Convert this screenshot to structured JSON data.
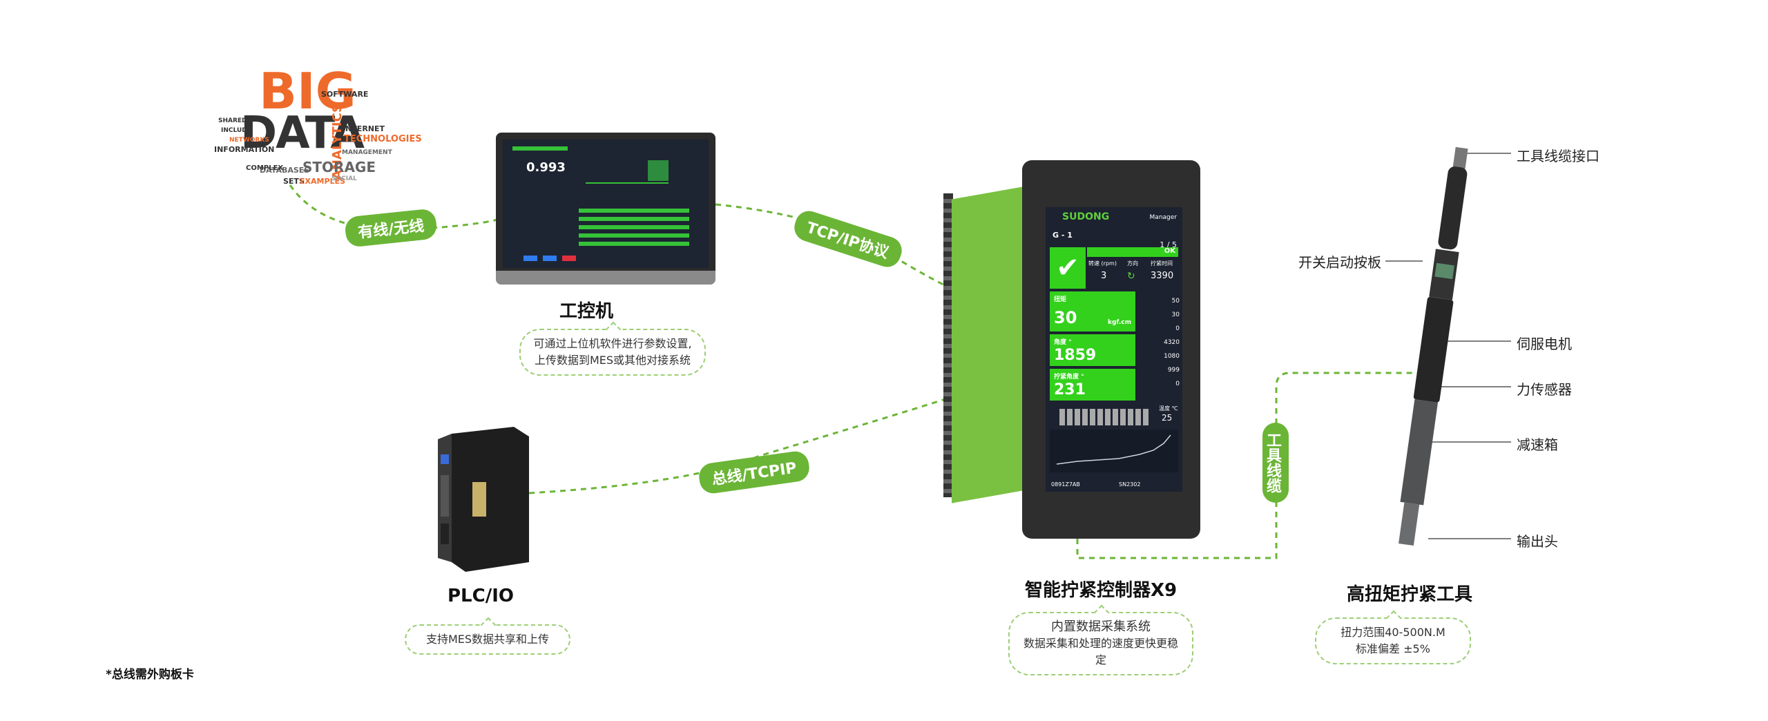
{
  "cloud": {
    "big": "BIG",
    "data": "DATA",
    "words": [
      "SOFTWARE",
      "ANALYTICS",
      "TECHNOLOGIES",
      "STORAGE",
      "INFORMATION",
      "DATABASES",
      "COMPLEX",
      "NETWORKS",
      "INTERNET",
      "SETS",
      "EXAMPLES",
      "MANAGEMENT",
      "SOCIAL",
      "SHARED",
      "INCLUDE"
    ]
  },
  "links": {
    "wired_wireless": "有线/无线",
    "tcpip_protocol": "TCP/IP协议",
    "bus_tcpip": "总线/TCPIP",
    "tool_cable": "工具线缆"
  },
  "ipc": {
    "title": "工控机",
    "desc_line1": "可通过上位机软件进行参数设置,",
    "desc_line2": "上传数据到MES或其他对接系统",
    "screen_value": "0.993"
  },
  "plc": {
    "title": "PLC/IO",
    "desc": "支持MES数据共享和上传"
  },
  "controller": {
    "title": "智能拧紧控制器X9",
    "desc_line1": "内置数据采集系统",
    "desc_line2": "数据采集和处理的速度更快更稳定",
    "screen": {
      "logo": "SUDONG",
      "user": "Manager",
      "group": "G - 1",
      "page": "1 / 5",
      "status": "OK",
      "speed_label": "转速 (rpm)",
      "speed": "3",
      "dir_label": "方向",
      "time_label": "拧紧时间",
      "time": "3390",
      "torque_label": "扭矩",
      "torque": "30",
      "torque_unit": "kgf.cm",
      "angle_label": "角度 °",
      "angle": "1859",
      "relax_label": "拧紧角度 °",
      "relax": "231",
      "side_values": [
        "50",
        "30",
        "0",
        "4320",
        "1080",
        "999",
        "0"
      ],
      "temp_label": "温度 ℃",
      "temp": "25",
      "footer_left": "0891Z7AB",
      "footer_right": "SN2302"
    }
  },
  "tool": {
    "title": "高扭矩拧紧工具",
    "desc_line1": "扭力范围40-500N.M",
    "desc_line2": "标准偏差 ±5%",
    "parts": {
      "cable_port": "工具线缆接口",
      "switch": "开关启动按板",
      "servo": "伺服电机",
      "sensor": "力传感器",
      "gearbox": "减速箱",
      "output": "输出头"
    }
  },
  "footnote": "*总线需外购板卡",
  "colors": {
    "accent": "#6bb536",
    "dashed": "#6bb536",
    "screen_green": "#33d11c",
    "orange": "#ee6a2b"
  }
}
